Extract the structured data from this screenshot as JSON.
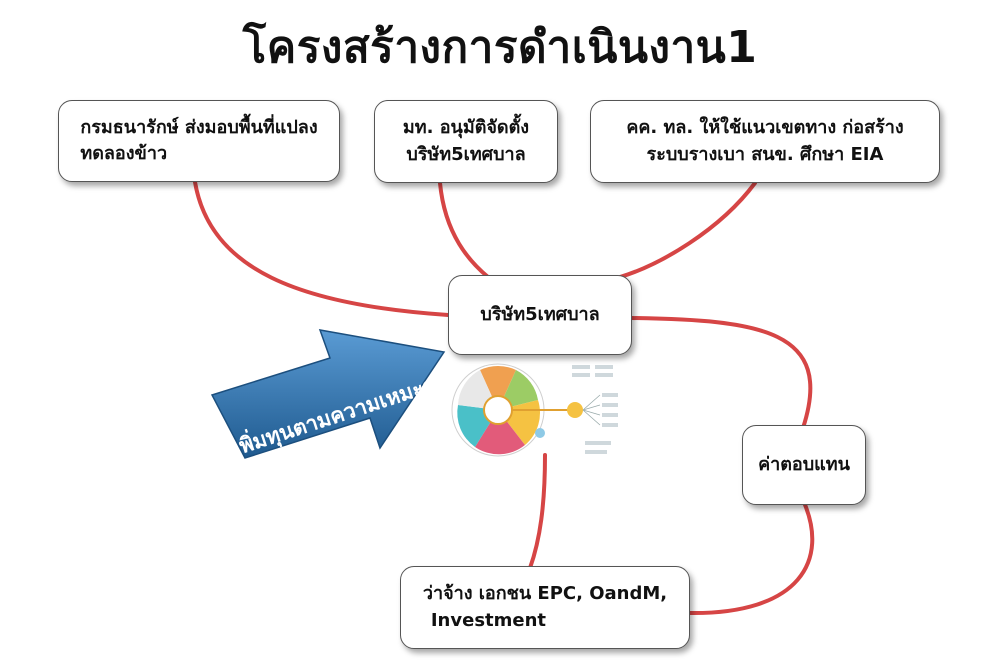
{
  "title": "โครงสร้างการดำเนินงาน1",
  "nodes": {
    "treasury": {
      "line1": "กรมธนารักษ์ ส่งมอบพื้นที่แปลง",
      "line2": "ทดลองข้าว"
    },
    "university": {
      "line1": "มท. อนุมัติจัดตั้ง",
      "line2": "บริษัท5เทศบาล"
    },
    "cabinet": {
      "line1": "คค. ทล. ให้ใช้แนวเขตทาง ก่อสร้าง",
      "line2": "ระบบรางเบา สนข. ศึกษา EIA"
    },
    "company": {
      "line1": "บริษัท5เทศบาล"
    },
    "compensation": {
      "line1": "ค่าตอบแทน"
    },
    "contract": {
      "line1": "ว่าจ้าง เอกชน EPC, OandM,",
      "line2": "Investment"
    }
  },
  "arrow_label": "เพิ่มทุนตามความเหมะสม",
  "colors": {
    "connector": "#d64545",
    "arrow": "#2f6fa7"
  }
}
